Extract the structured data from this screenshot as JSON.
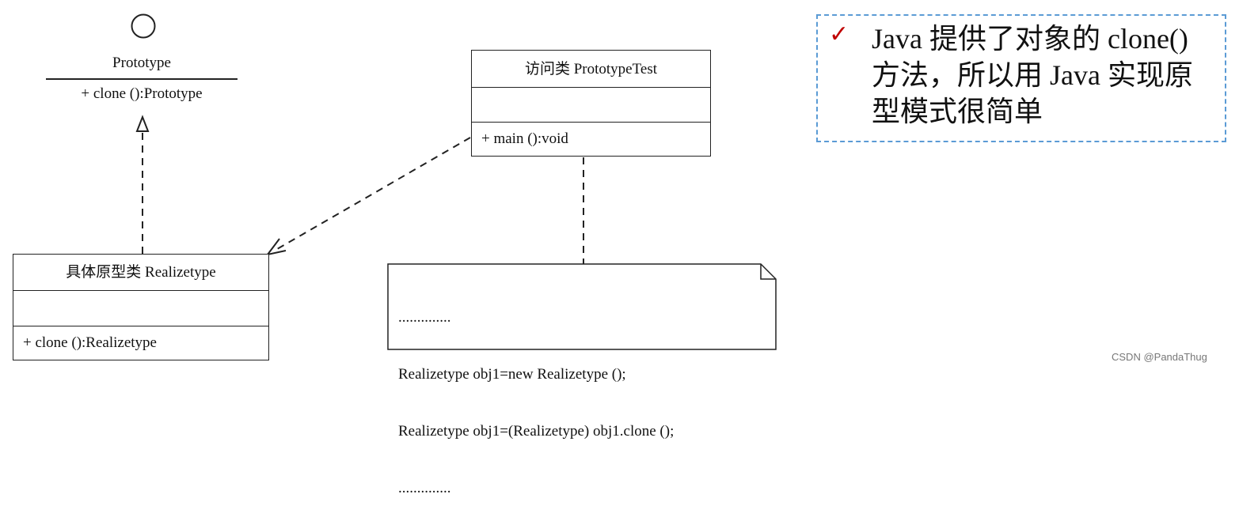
{
  "prototype_interface": {
    "name": "Prototype",
    "operation": "+ clone ():Prototype"
  },
  "test_class": {
    "name": "访问类  PrototypeTest",
    "operation": "+ main ():void"
  },
  "realize_class": {
    "name": "具体原型类  Realizetype",
    "operation": "+ clone ():Realizetype"
  },
  "note": {
    "lines": [
      "..............",
      "Realizetype obj1=new Realizetype ();",
      "Realizetype obj1=(Realizetype) obj1.clone ();",
      ".............."
    ]
  },
  "callout": {
    "check_icon": "✓",
    "text": "Java 提供了对象的 clone() 方法，所以用 Java 实现原型模式很简单",
    "border_color": "#5b9bd5",
    "check_color": "#c00000"
  },
  "watermark": "CSDN @PandaThug"
}
